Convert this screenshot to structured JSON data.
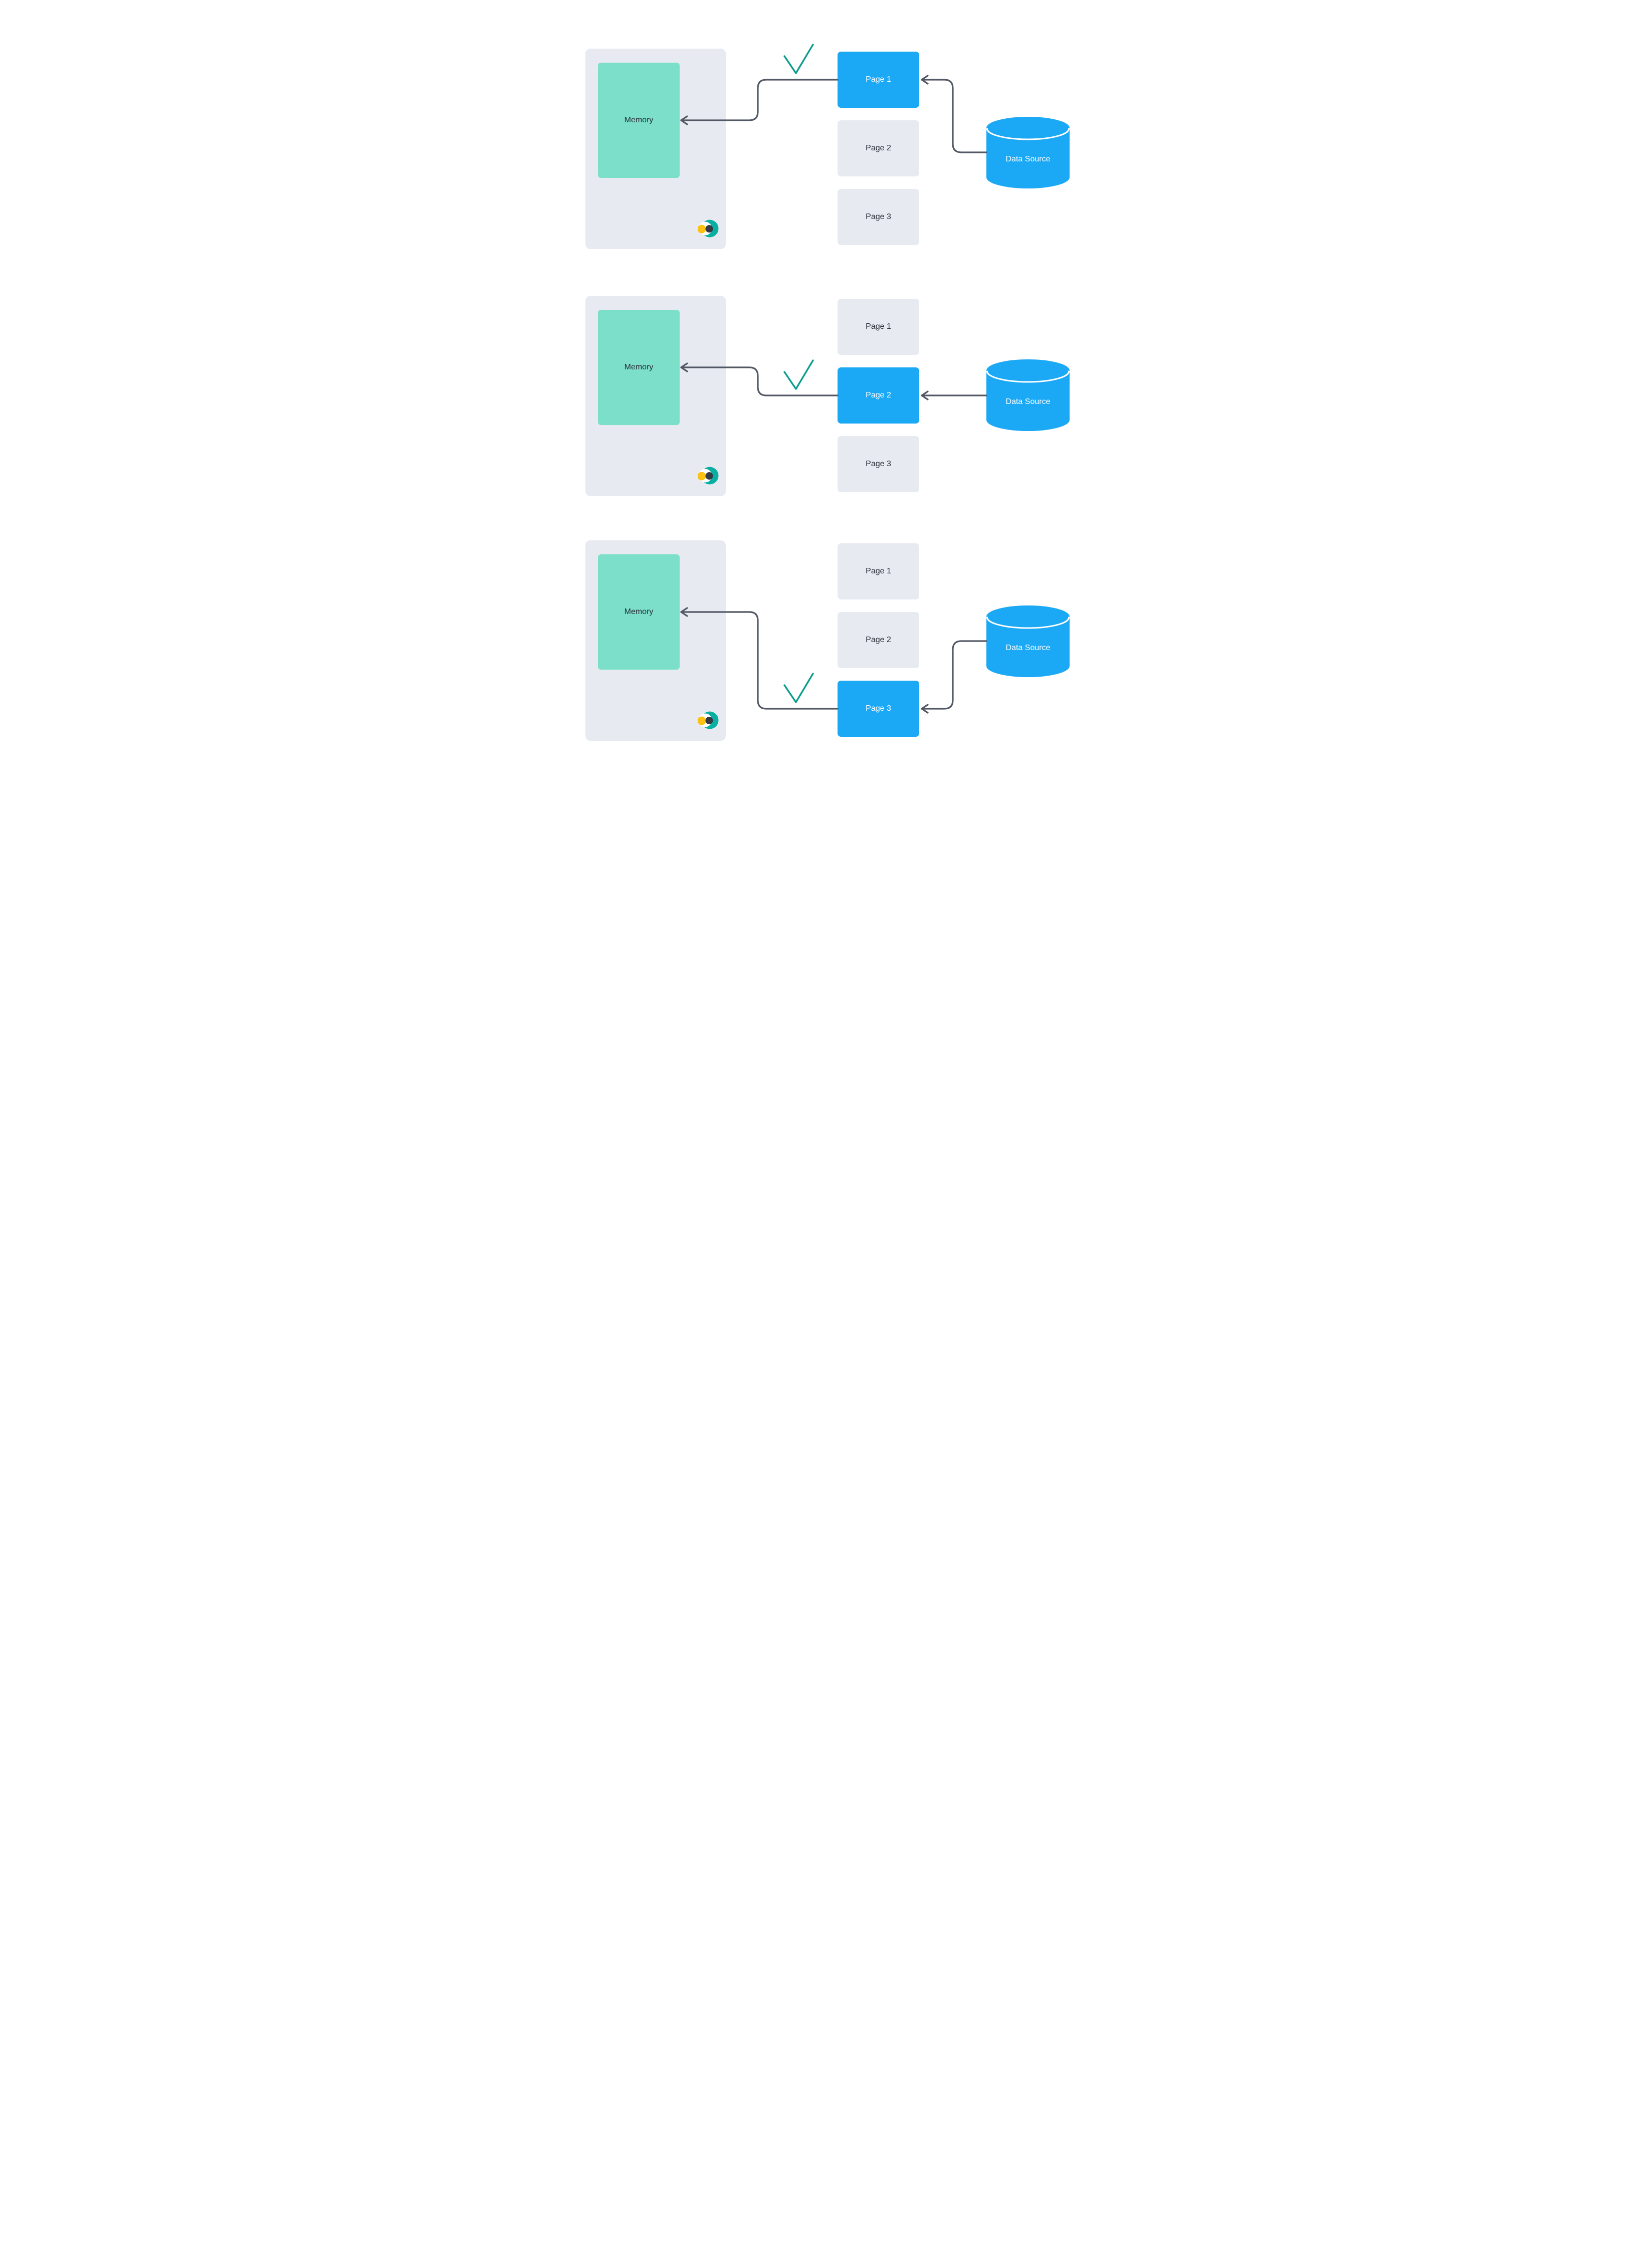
{
  "diagram": {
    "memory_label": "Memory",
    "data_source_label": "Data Source",
    "steps": [
      {
        "loaded_page": "Page 1",
        "pages": [
          "Page 1",
          "Page 2",
          "Page 3"
        ]
      },
      {
        "loaded_page": "Page 2",
        "pages": [
          "Page 1",
          "Page 2",
          "Page 3"
        ]
      },
      {
        "loaded_page": "Page 3",
        "pages": [
          "Page 1",
          "Page 2",
          "Page 3"
        ]
      }
    ]
  },
  "icons": {
    "check": "checkmark-icon",
    "database": "database-cylinder-icon",
    "arrow": "left-arrowhead-icon",
    "logo": "brand-moon-logo-icon"
  },
  "colors": {
    "background": "#ffffff",
    "container": "#e7eaf1",
    "memory_fill": "#7cdfc9",
    "page_inactive": "#e7eaf1",
    "page_active": "#1ba8f4",
    "cylinder": "#1ba8f4",
    "arrow": "#525864",
    "check": "#0c9c8d",
    "text_dark": "#272d36",
    "text_light": "#ffffff",
    "logo_teal": "#09b0a1",
    "logo_yellow": "#fcc115",
    "logo_navy": "#343a45"
  }
}
